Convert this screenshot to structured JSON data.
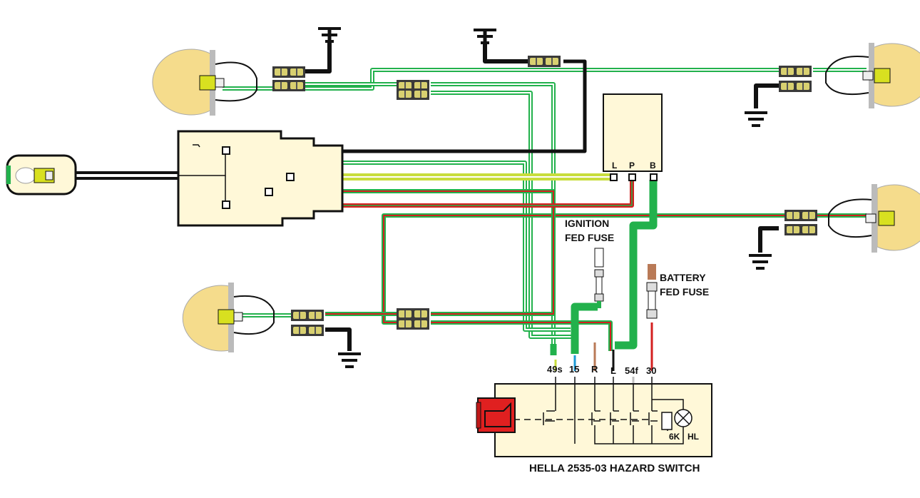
{
  "labels": {
    "relay_l": "L",
    "relay_p": "P",
    "relay_b": "B",
    "ignition_line1": "IGNITION",
    "ignition_line2": "FED FUSE",
    "battery_line1": "BATTERY",
    "battery_line2": "FED FUSE",
    "term_49s": "49s",
    "term_15": "15",
    "term_r": "R",
    "term_l": "L",
    "term_54f": "54f",
    "term_30": "30",
    "res_6k": "6K",
    "lamp_hl": "HL",
    "caption": "HELLA 2535-03 HAZARD SWITCH"
  },
  "colors": {
    "green": "#22b14c",
    "black": "#111111",
    "red": "#d42020",
    "yellow_green": "#c8dd3c",
    "blue": "#1c9ad6",
    "brown": "#b97a57",
    "light_grey": "#c0c0c0",
    "housing": "#fff8d8",
    "bulb": "#f5dc8c",
    "switch_red": "#e02020"
  }
}
